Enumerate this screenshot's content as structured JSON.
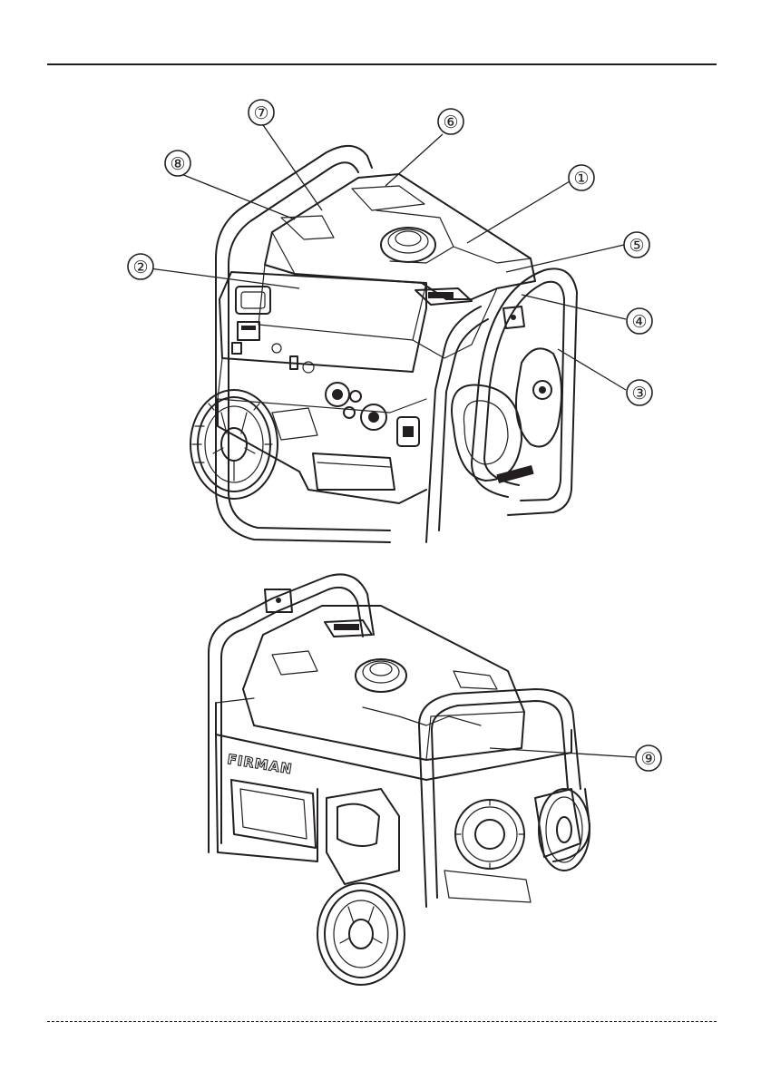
{
  "figures": [
    {
      "id": "generator-front-view",
      "callouts": [
        "①",
        "②",
        "③",
        "④",
        "⑤",
        "⑥",
        "⑦",
        "⑧"
      ]
    },
    {
      "id": "generator-rear-view",
      "callouts": [
        "⑨"
      ],
      "brand_text": "FIRMAN"
    }
  ]
}
